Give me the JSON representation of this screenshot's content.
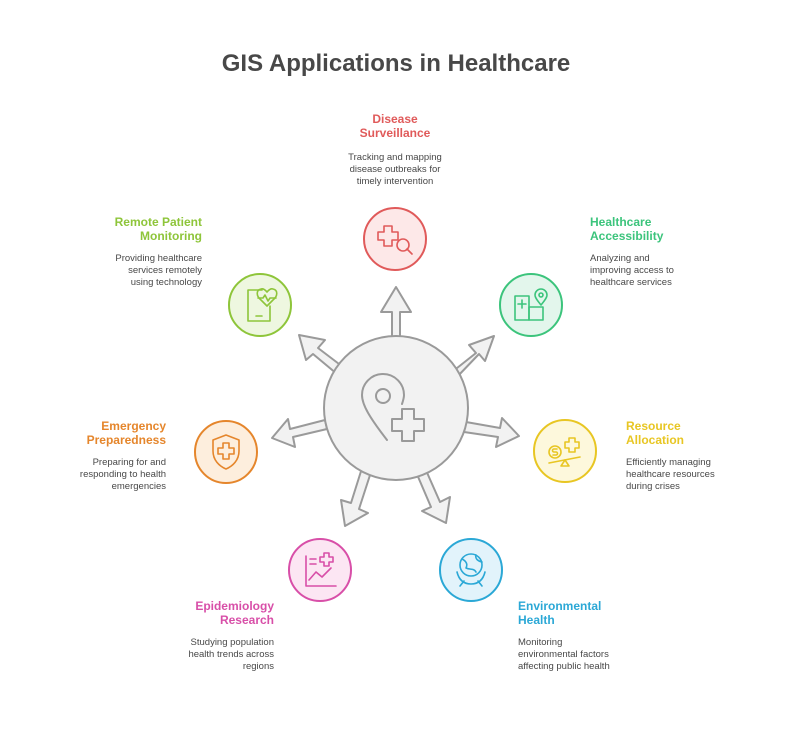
{
  "title": "GIS Applications in Healthcare",
  "colors": {
    "disease": "#e05a5a",
    "access": "#3cc47c",
    "resource": "#e8c623",
    "environment": "#2ba8d6",
    "epidemiology": "#d84fa8",
    "emergency": "#e5862c",
    "remote": "#8ec53a",
    "hub_fill": "#f2f2f2",
    "hub_stroke": "#9a9a9a"
  },
  "center": {
    "icon": "location-pin-medical-cross-icon"
  },
  "nodes": [
    {
      "key": "disease",
      "title": "Disease\nSurveillance",
      "desc": "Tracking and mapping\ndisease outbreaks for\ntimely intervention",
      "icon": "medical-cross-magnifier-icon"
    },
    {
      "key": "access",
      "title": "Healthcare\nAccessibility",
      "desc": "Analyzing and\nimproving access to\nhealthcare services",
      "icon": "hospital-location-icon"
    },
    {
      "key": "resource",
      "title": "Resource\nAllocation",
      "desc": "Efficiently managing\nhealthcare resources\nduring crises",
      "icon": "dollar-cross-scale-icon"
    },
    {
      "key": "environment",
      "title": "Environmental\nHealth",
      "desc": "Monitoring\nenvironmental factors\naffecting public health",
      "icon": "globe-hands-icon"
    },
    {
      "key": "epidemiology",
      "title": "Epidemiology\nResearch",
      "desc": "Studying population\nhealth trends across\nregions",
      "icon": "chart-cross-icon"
    },
    {
      "key": "emergency",
      "title": "Emergency\nPreparedness",
      "desc": "Preparing for and\nresponding to health\nemergencies",
      "icon": "shield-cross-icon"
    },
    {
      "key": "remote",
      "title": "Remote Patient\nMonitoring",
      "desc": "Providing healthcare\nservices remotely\nusing technology",
      "icon": "tablet-heartbeat-icon"
    }
  ]
}
